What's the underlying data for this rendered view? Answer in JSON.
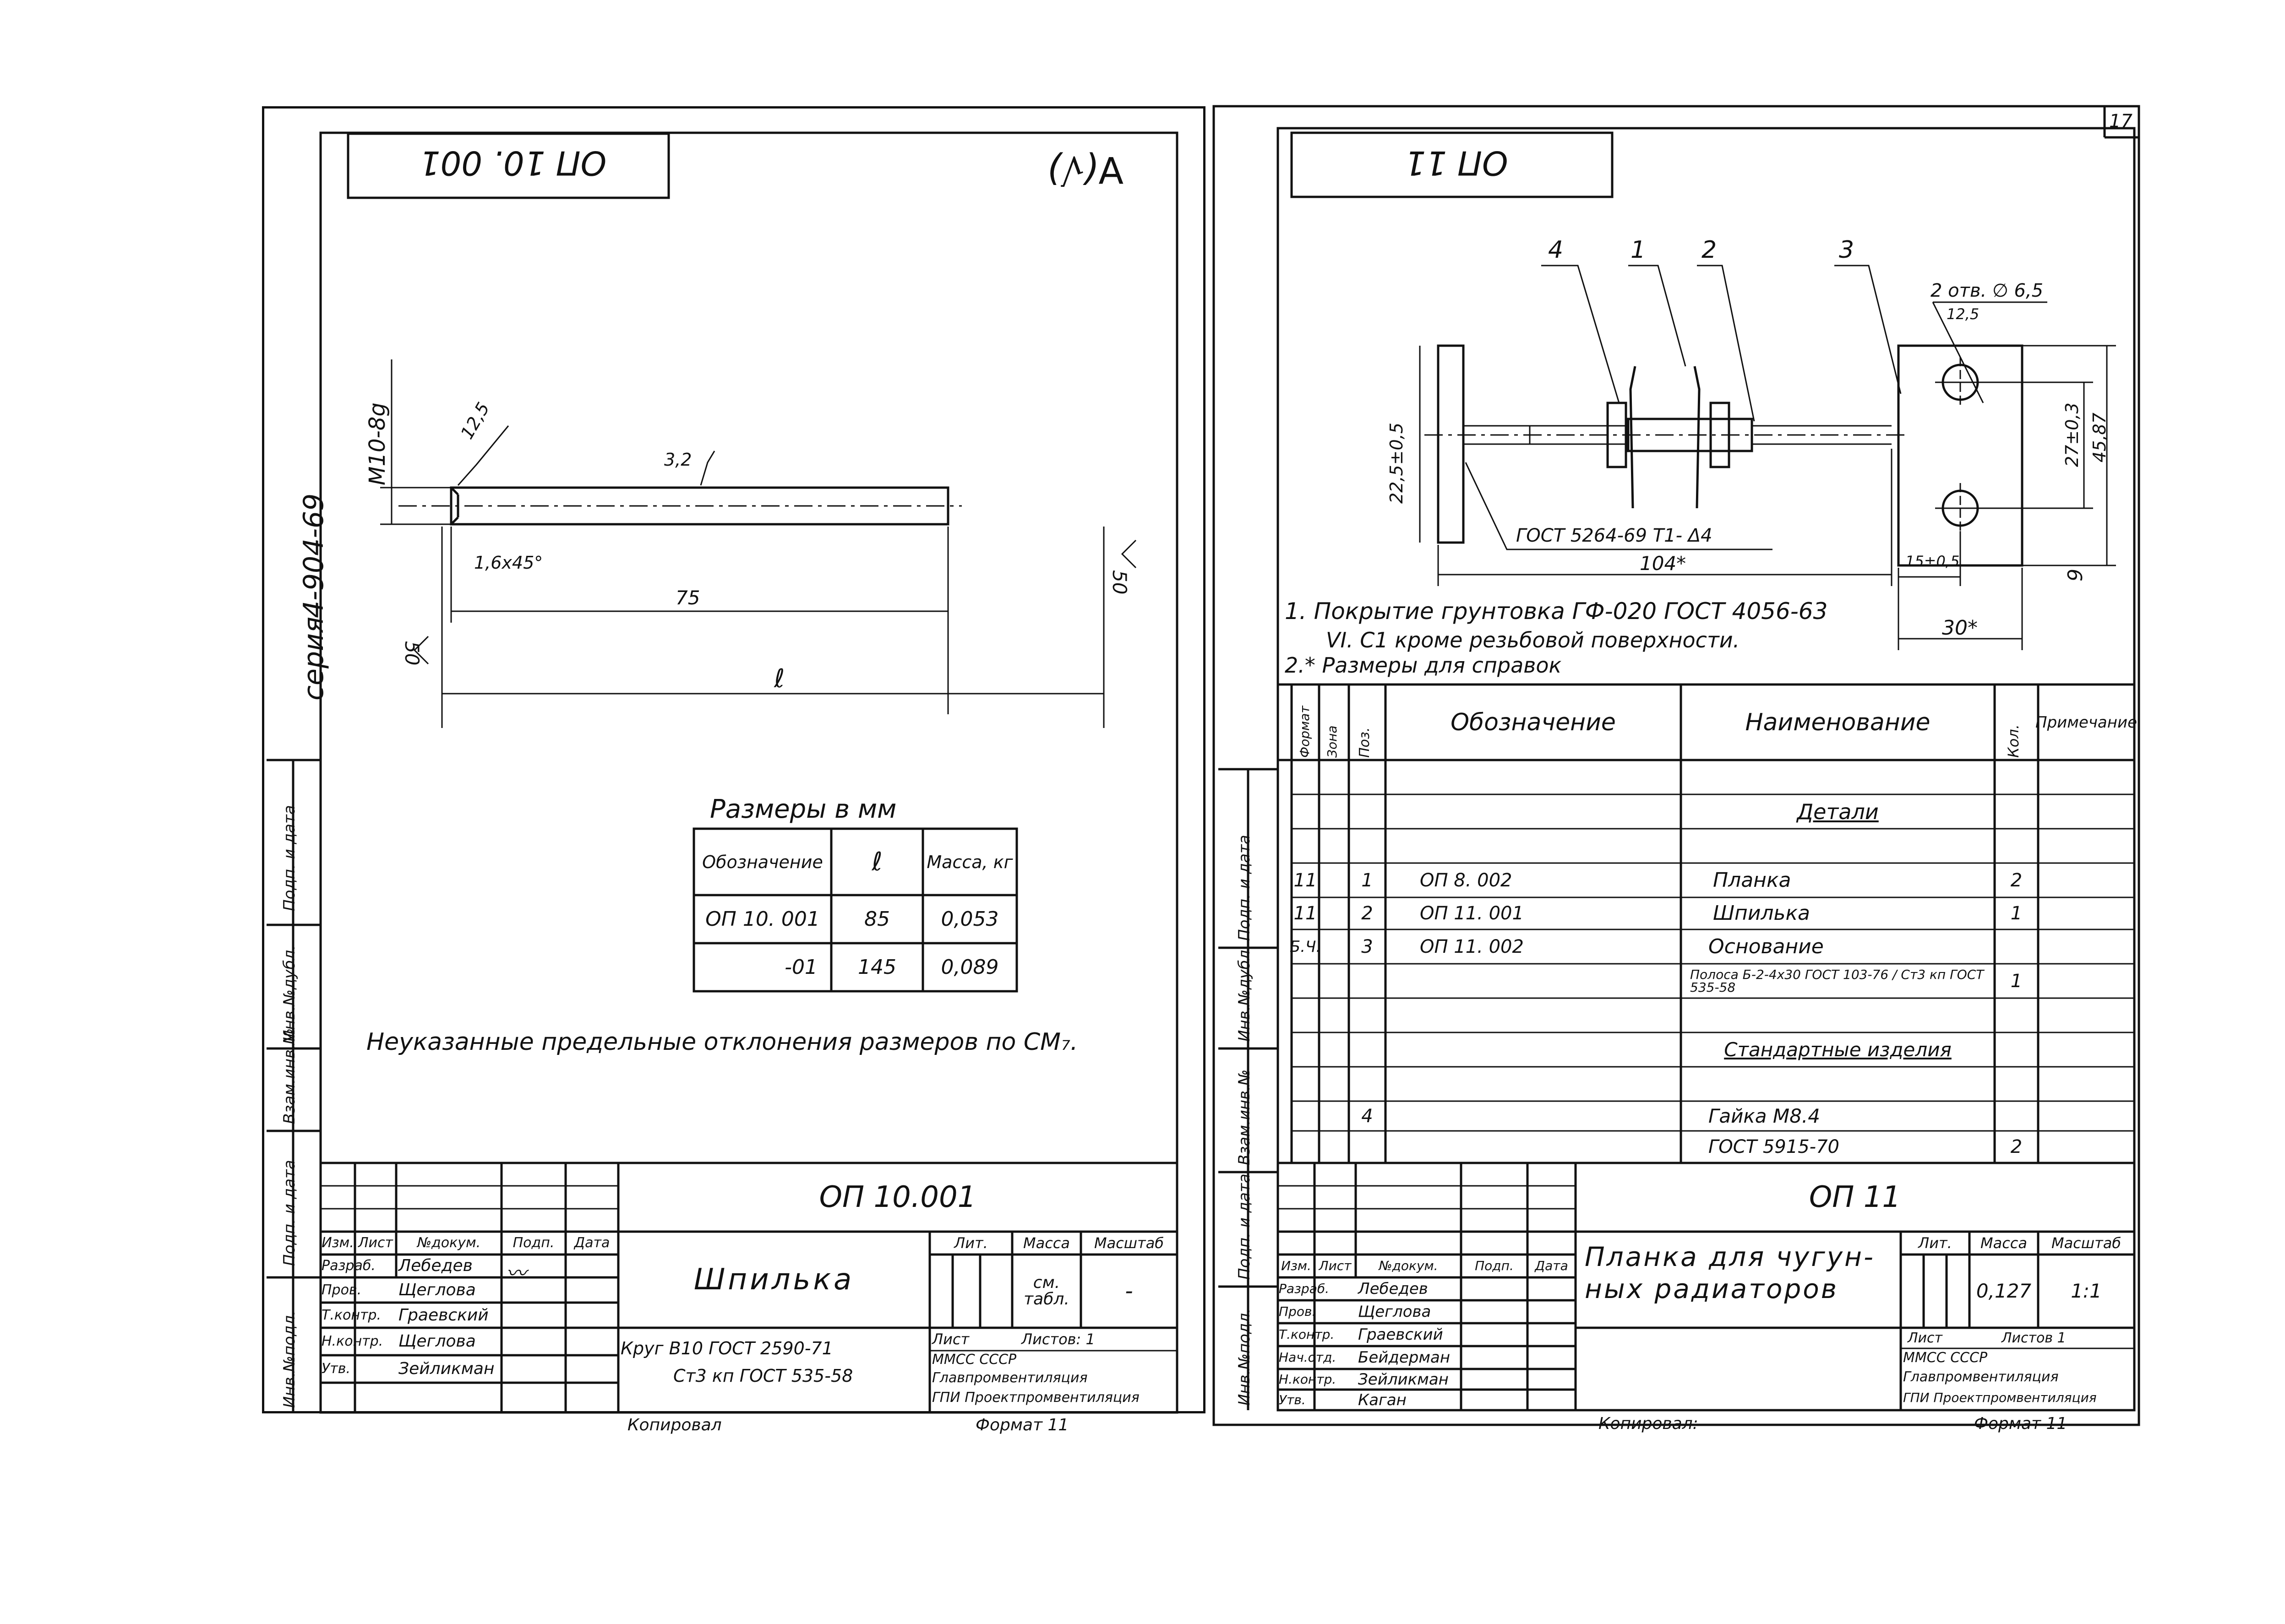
{
  "left": {
    "top_code": "ОП 10. 001",
    "roughness_corner": "∀(√)",
    "series_label": "серия",
    "series_value": "4-904-69",
    "thread_label": "M10-8g",
    "dim_125": "12,5",
    "dim_32": "3,2",
    "chamfer": "1,6x45°",
    "dim_75": "75",
    "dim_l": "ℓ",
    "dim_50_a": "50",
    "dim_50_b": "50",
    "sizes_title": "Размеры в мм",
    "table_headers": [
      "Обозначение",
      "ℓ",
      "Масса, кг"
    ],
    "table_rows": [
      [
        "ОП 10. 001",
        "85",
        "0,053"
      ],
      [
        "-01",
        "145",
        "0,089"
      ]
    ],
    "note": "Неуказанные предельные отклонения размеров по СМ₇.",
    "side_stamp": [
      "Инв.№подл.",
      "Подп. и дата",
      "Взам.инв.№",
      "Инв.№дубл.",
      "Подп. и дата"
    ],
    "title_code": "ОП 10.001",
    "title_name": "Шпилька",
    "col_heads": [
      "Изм.",
      "Лист",
      "№докум.",
      "Подп.",
      "Дата"
    ],
    "people": [
      [
        "Разраб.",
        "Лебедев"
      ],
      [
        "Пров.",
        "Щеглова"
      ],
      [
        "Т.контр.",
        "Граевский"
      ],
      [
        "Н.контр.",
        "Щеглова"
      ],
      [
        "Утв.",
        "Зейликман"
      ]
    ],
    "material_1": "Круг В10 ГОСТ 2590-71",
    "material_2": "Ст3 кп ГОСТ 535-58",
    "lit_label": "Лит.",
    "mass_label": "Масса",
    "scale_label": "Масштаб",
    "mass_value": "см. табл.",
    "scale_value": "-",
    "sheet_label": "Лист",
    "sheets_label": "Листов: 1",
    "org_1": "ММСС СССР",
    "org_2": "Главпромвентиляция",
    "org_3": "ГПИ Проектпромвентиляция",
    "copied": "Копировал",
    "format": "Формат 11"
  },
  "right": {
    "page_no": "17",
    "top_code": "ОП 11",
    "callouts": [
      "4",
      "1",
      "2",
      "3"
    ],
    "holes": "2 отв. ∅ 6,5",
    "dim_125": "12,5",
    "dim_22": "22,5±0,5",
    "gost_weld": "ГОСТ 5264-69 Т1- Δ4",
    "dim_104": "104*",
    "dim_27": "27±0,3",
    "dim_45": "45,87",
    "dim_15": "15±0,5",
    "dim_9": "9",
    "dim_30": "30*",
    "notes": [
      "1. Покрытие грунтовка ГФ-020 ГОСТ 4056-63",
      "VI. С1 кроме резьбовой поверхности.",
      "2.* Размеры для справок"
    ],
    "spec_heads": [
      "Формат",
      "Зона",
      "Поз.",
      "Обозначение",
      "Наименование",
      "Кол.",
      "Примечание"
    ],
    "spec_rows": [
      {
        "fmt": "",
        "zone": "",
        "pos": "",
        "code": "",
        "name": "Детали",
        "qty": "",
        "underline": true
      },
      {
        "fmt": "11",
        "zone": "",
        "pos": "1",
        "code": "ОП 8. 002",
        "name": "Планка",
        "qty": "2"
      },
      {
        "fmt": "11",
        "zone": "",
        "pos": "2",
        "code": "ОП 11. 001",
        "name": "Шпилька",
        "qty": "1"
      },
      {
        "fmt": "Б.Ч.",
        "zone": "",
        "pos": "3",
        "code": "ОП 11. 002",
        "name": "Основание",
        "qty": ""
      },
      {
        "fmt": "",
        "zone": "",
        "pos": "",
        "code": "",
        "name": "Полоса Б-2-4x30 ГОСТ 103-76 / Ст3 кп ГОСТ 535-58",
        "qty": "1"
      },
      {
        "fmt": "",
        "zone": "",
        "pos": "",
        "code": "",
        "name": "Стандартные изделия",
        "qty": "",
        "underline": true
      },
      {
        "fmt": "",
        "zone": "",
        "pos": "4",
        "code": "",
        "name": "Гайка М8.4",
        "qty": ""
      },
      {
        "fmt": "",
        "zone": "",
        "pos": "",
        "code": "",
        "name": "ГОСТ 5915-70",
        "qty": "2"
      }
    ],
    "side_stamp": [
      "Инв.№подл.",
      "Подп. и дата",
      "Взам.инв.№",
      "Инв.№дубл.",
      "Подп. и дата"
    ],
    "title_code": "ОП 11",
    "title_name_1": "Планка для чугун-",
    "title_name_2": "ных радиаторов",
    "col_heads": [
      "Изм.",
      "Лист",
      "№докум.",
      "Подп.",
      "Дата"
    ],
    "people": [
      [
        "Разраб.",
        "Лебедев"
      ],
      [
        "Пров.",
        "Щеглова"
      ],
      [
        "Т.контр.",
        "Граевский"
      ],
      [
        "Нач.отд.",
        "Бейдерман"
      ],
      [
        "Н.контр.",
        "Зейликман"
      ],
      [
        "Утв.",
        "Каган"
      ]
    ],
    "lit_label": "Лит.",
    "mass_label": "Масса",
    "scale_label": "Масштаб",
    "mass_value": "0,127",
    "scale_value": "1:1",
    "sheet_label": "Лист",
    "sheets_label": "Листов 1",
    "org_1": "ММСС СССР",
    "org_2": "Главпромвентиляция",
    "org_3": "ГПИ Проектпромвентиляция",
    "copied": "Копировал:",
    "format": "Формат 11"
  }
}
